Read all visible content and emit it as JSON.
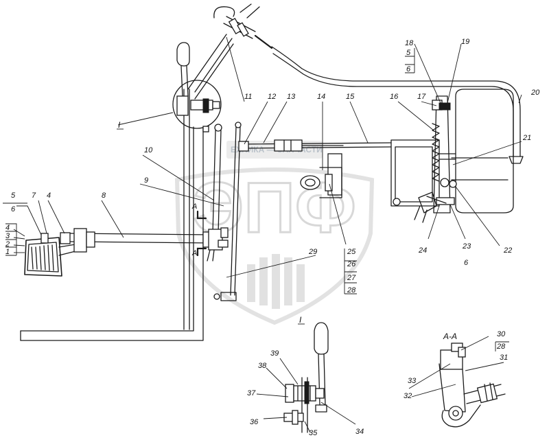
{
  "watermark": {
    "logo_text": "ЭПФ",
    "banner": "ЕХНИКА — ЗАПЧАСТИ"
  },
  "views": {
    "detail": "I",
    "detail_label": "I",
    "section": "А-А",
    "section_mark": "А"
  },
  "callouts": [
    {
      "id": "c1",
      "text": "1"
    },
    {
      "id": "c2",
      "text": "2"
    },
    {
      "id": "c3",
      "text": "3"
    },
    {
      "id": "c4a",
      "text": "4"
    },
    {
      "id": "c4b",
      "text": "4"
    },
    {
      "id": "c5a",
      "text": "5"
    },
    {
      "id": "c6a",
      "text": "6"
    },
    {
      "id": "c7",
      "text": "7"
    },
    {
      "id": "c8",
      "text": "8"
    },
    {
      "id": "c9",
      "text": "9"
    },
    {
      "id": "c10",
      "text": "10"
    },
    {
      "id": "c11",
      "text": "11"
    },
    {
      "id": "c12",
      "text": "12"
    },
    {
      "id": "c13",
      "text": "13"
    },
    {
      "id": "c14",
      "text": "14"
    },
    {
      "id": "c15",
      "text": "15"
    },
    {
      "id": "c16",
      "text": "16"
    },
    {
      "id": "c17",
      "text": "17"
    },
    {
      "id": "c18",
      "text": "18"
    },
    {
      "id": "c5b",
      "text": "5"
    },
    {
      "id": "c6b",
      "text": "6"
    },
    {
      "id": "c19",
      "text": "19"
    },
    {
      "id": "c20",
      "text": "20"
    },
    {
      "id": "c21",
      "text": "21"
    },
    {
      "id": "c22",
      "text": "22"
    },
    {
      "id": "c23",
      "text": "23"
    },
    {
      "id": "c6c",
      "text": "6"
    },
    {
      "id": "c24",
      "text": "24"
    },
    {
      "id": "c25",
      "text": "25"
    },
    {
      "id": "c26",
      "text": "26"
    },
    {
      "id": "c27",
      "text": "27"
    },
    {
      "id": "c28a",
      "text": "28"
    },
    {
      "id": "c29",
      "text": "29"
    },
    {
      "id": "c30",
      "text": "30"
    },
    {
      "id": "c28b",
      "text": "28"
    },
    {
      "id": "c31",
      "text": "31"
    },
    {
      "id": "c32",
      "text": "32"
    },
    {
      "id": "c33",
      "text": "33"
    },
    {
      "id": "c34",
      "text": "34"
    },
    {
      "id": "c35",
      "text": "35"
    },
    {
      "id": "c36",
      "text": "36"
    },
    {
      "id": "c37",
      "text": "37"
    },
    {
      "id": "c38",
      "text": "38"
    },
    {
      "id": "c39",
      "text": "39"
    }
  ]
}
